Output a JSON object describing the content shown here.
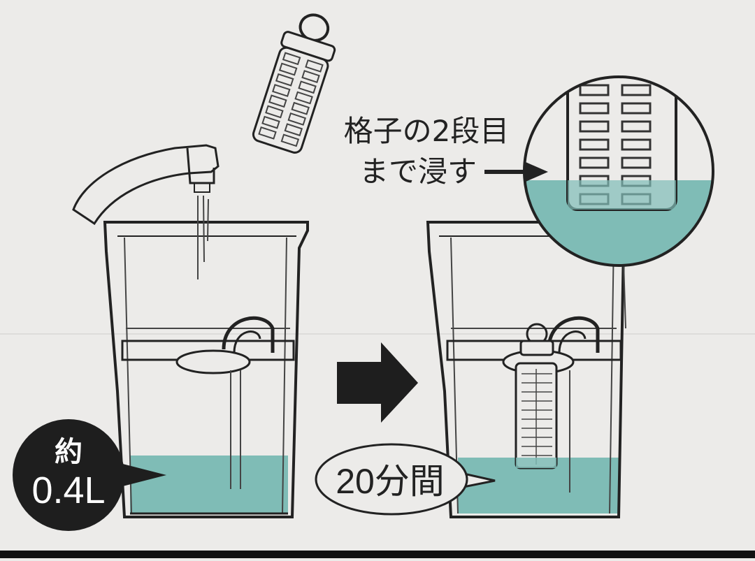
{
  "labels": {
    "volume_prefix": "約",
    "volume_value": "0.4L",
    "duration": "20分間",
    "note_line1": "格子の2段目",
    "note_line2": "まで浸す"
  },
  "colors": {
    "paper": "#ecebe9",
    "water": "#7fbcb6",
    "ink": "#222222",
    "badge": "#1e1e1e",
    "badge_text": "#ffffff"
  },
  "icons": {
    "step_arrow": "right-arrow-icon",
    "faucet": "faucet-icon",
    "filter_cartridge": "filter-cartridge-icon"
  }
}
